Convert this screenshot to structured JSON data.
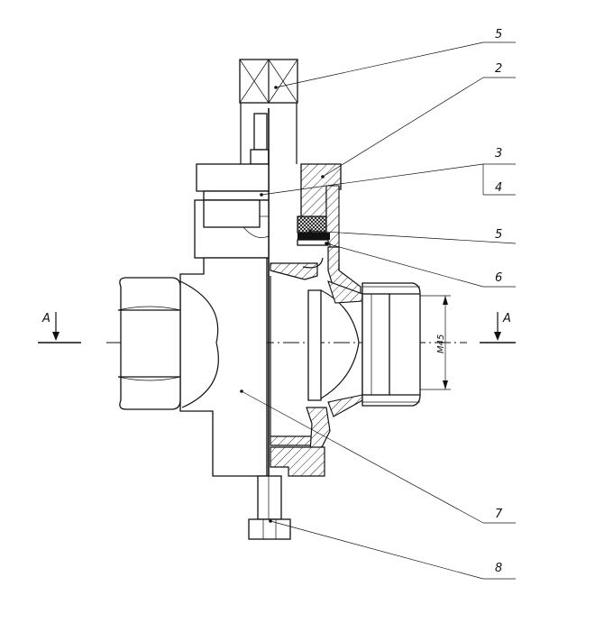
{
  "drawing": {
    "callouts": [
      "5",
      "2",
      "3",
      "4",
      "5",
      "6",
      "7",
      "8"
    ],
    "section_label_left": "A",
    "section_label_right": "A",
    "dimension_label": "M45"
  }
}
